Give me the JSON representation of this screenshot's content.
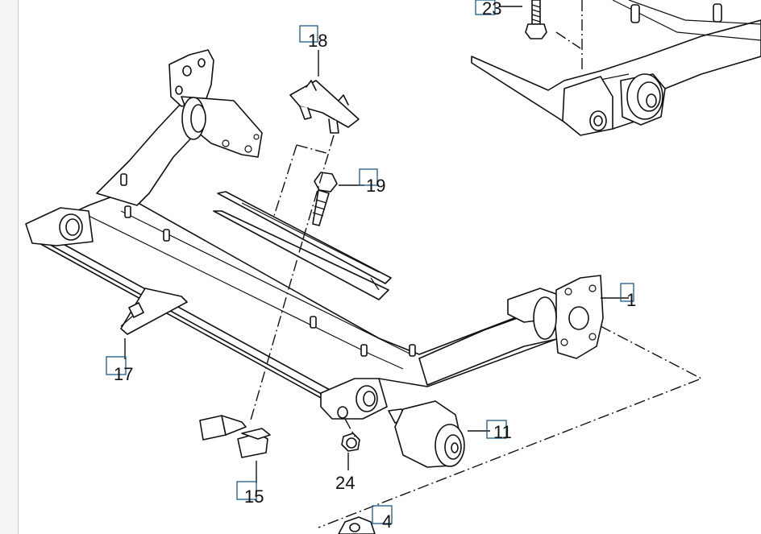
{
  "diagram": {
    "accent_color": "#1a5a8c",
    "callouts": [
      {
        "id": "c1",
        "label": "1",
        "boxed": true
      },
      {
        "id": "c4",
        "label": "4",
        "boxed": true
      },
      {
        "id": "c11",
        "label": "11",
        "boxed": true
      },
      {
        "id": "c15",
        "label": "15",
        "boxed": true
      },
      {
        "id": "c17",
        "label": "17",
        "boxed": true
      },
      {
        "id": "c18",
        "label": "18",
        "boxed": true
      },
      {
        "id": "c19",
        "label": "19",
        "boxed": true
      },
      {
        "id": "c23",
        "label": "23",
        "boxed": true
      },
      {
        "id": "c24",
        "label": "24",
        "boxed": false
      }
    ]
  }
}
